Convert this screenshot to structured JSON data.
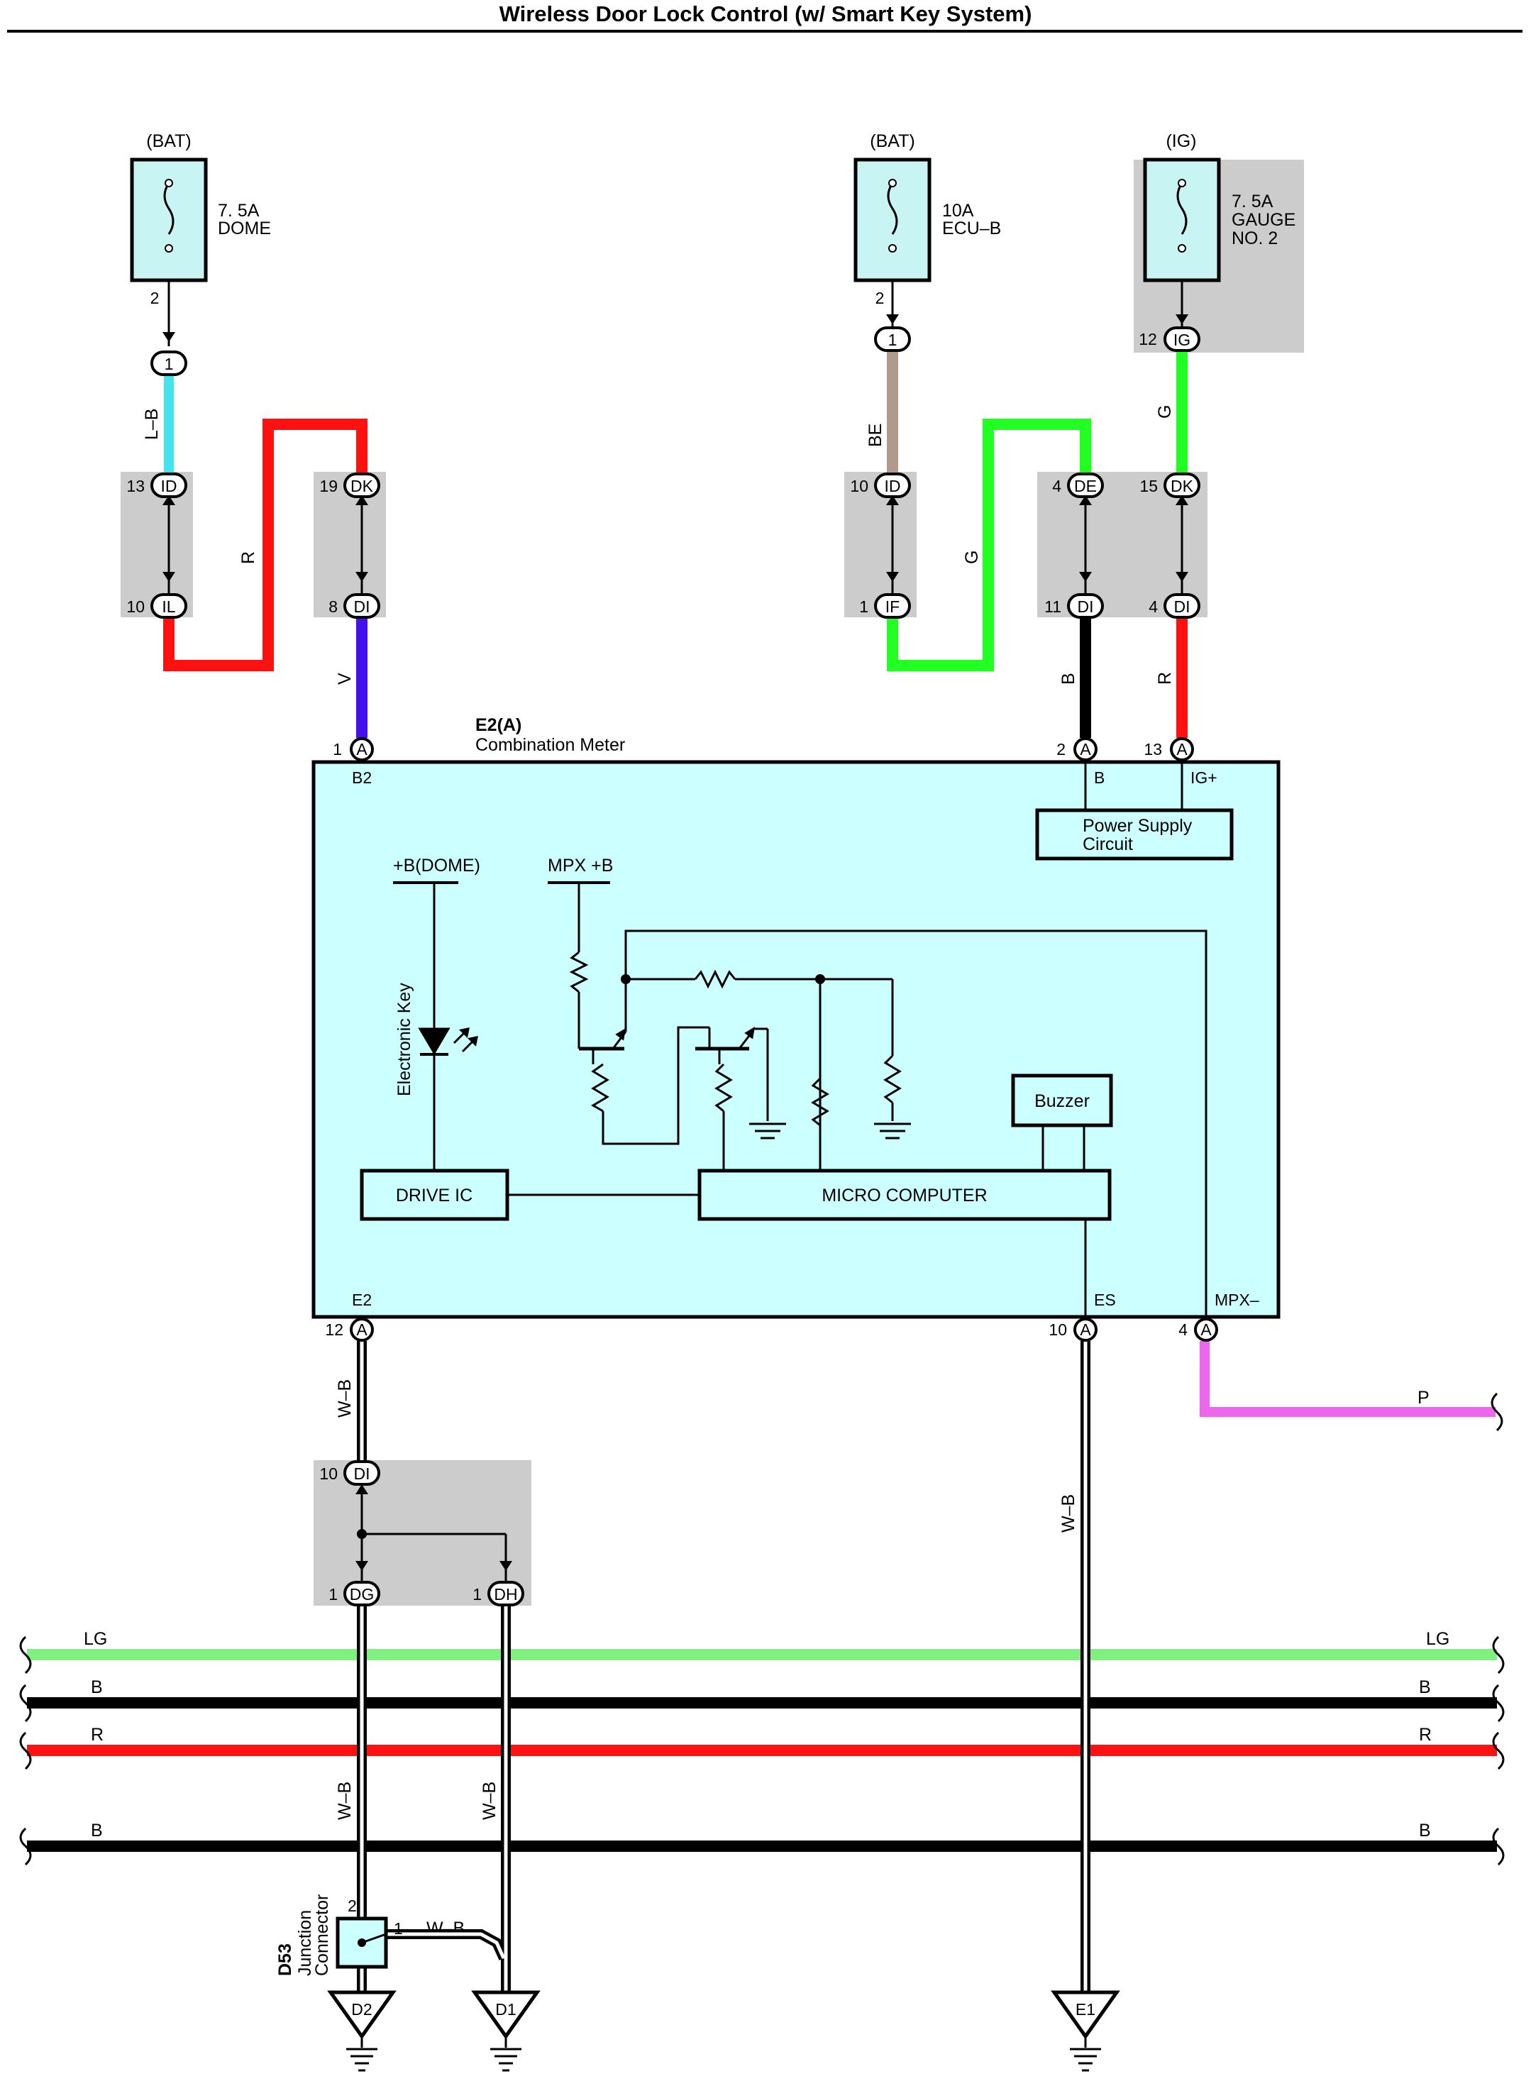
{
  "title": "Wireless Door Lock Control (w/ Smart Key System)",
  "fuses": [
    {
      "source": "(BAT)",
      "rating": "7. 5A",
      "name": "DOME",
      "pin": "2"
    },
    {
      "source": "(BAT)",
      "rating": "10A",
      "name": "ECU–B",
      "pin": "2"
    },
    {
      "source": "(IG)",
      "rating": "7. 5A",
      "name1": "GAUGE",
      "name2": "NO. 2",
      "pin": "12",
      "conn": "IG"
    }
  ],
  "connectors": {
    "c1": {
      "num": "13",
      "id": "ID"
    },
    "c2": {
      "num": "10",
      "id": "IL"
    },
    "c3": {
      "num": "19",
      "id": "DK"
    },
    "c4": {
      "num": "8",
      "id": "DI"
    },
    "c5": {
      "num": "10",
      "id": "ID"
    },
    "c6": {
      "num": "1",
      "id": "IF"
    },
    "c7": {
      "num": "4",
      "id": "DE"
    },
    "c8": {
      "num": "11",
      "id": "DI"
    },
    "c9": {
      "num": "15",
      "id": "DK"
    },
    "c10": {
      "num": "4",
      "id": "DI"
    },
    "c11": {
      "num": "10",
      "id": "DI"
    },
    "c12": {
      "num": "1",
      "id": "DG"
    },
    "c13": {
      "num": "1",
      "id": "DH"
    },
    "dome_junction": "1",
    "ecu_junction": "1"
  },
  "wires": {
    "lb": "L–B",
    "r1": "R",
    "v": "V",
    "be": "BE",
    "g1": "G",
    "g2": "G",
    "b1": "B",
    "r2": "R",
    "wb1": "W–B",
    "wb2": "W–B",
    "p": "P",
    "wb3": "W–B",
    "wb4": "W–B",
    "wb5": "W–B"
  },
  "meter": {
    "id": "E2(A)",
    "name": "Combination Meter",
    "pin_a": "A",
    "pins_top": [
      {
        "num": "1",
        "name": "B2"
      },
      {
        "num": "2",
        "name": "B"
      },
      {
        "num": "13",
        "name": "IG+"
      }
    ],
    "pins_bottom": [
      {
        "num": "12",
        "name": "E2"
      },
      {
        "num": "10",
        "name": "ES"
      },
      {
        "num": "4",
        "name": "MPX–"
      }
    ],
    "power_supply_1": "Power Supply",
    "power_supply_2": "Circuit",
    "b_dome": "+B(DOME)",
    "mpx_b": "MPX +B",
    "electronic_key": "Electronic Key",
    "drive_ic": "DRIVE IC",
    "micro_computer": "MICRO COMPUTER",
    "buzzer": "Buzzer"
  },
  "bus": [
    {
      "left": "LG",
      "right": "LG",
      "color": "#80f080"
    },
    {
      "left": "B",
      "right": "B",
      "color": "#000000"
    },
    {
      "left": "R",
      "right": "R",
      "color": "#ff1111"
    },
    {
      "left": "B",
      "right": "B",
      "color": "#000000"
    }
  ],
  "junction": {
    "id": "D53",
    "line1": "Junction",
    "line2": "Connector",
    "pin2": "2",
    "pin1": "1"
  },
  "grounds": [
    "D2",
    "D1",
    "E1"
  ],
  "colors": {
    "fuse_fill": "#c8f4f4",
    "gray_zone": "#cccccc",
    "meter_fill": "#ccffff",
    "lb": "#44e4ee",
    "red": "#ff1111",
    "violet": "#4411ee",
    "be": "#b09a8c",
    "green": "#22ff22",
    "pink": "#ee66ee"
  }
}
